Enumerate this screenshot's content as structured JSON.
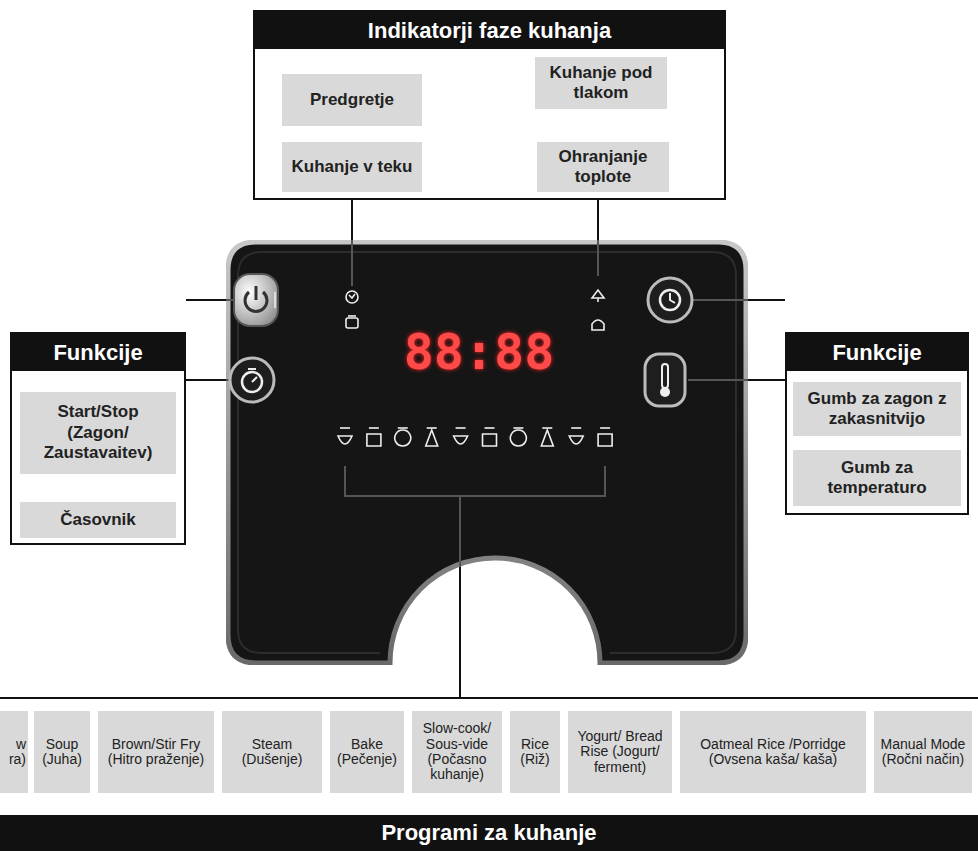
{
  "diagram": {
    "nodes": [
      {
        "text": [
          "Indikatorji faze kuhanja"
        ]
      },
      {
        "text": [
          "Predgretje"
        ],
        "in": 0
      },
      {
        "text": [
          "Kuhanje pod tlakom"
        ],
        "in": 0
      },
      {
        "text": [
          "Kuhanje v teku"
        ],
        "in": 0
      },
      {
        "text": [
          "Ohranjanje toplote"
        ],
        "in": 0
      },
      {
        "text": [
          "Funkcije"
        ]
      },
      {
        "text": [
          "Start/Stop (Zagon/ Zaustavaitev)"
        ],
        "in": 5
      },
      {
        "text": [
          "Časovnik"
        ],
        "in": 5
      },
      {
        "text": [
          "Funkcije"
        ]
      },
      {
        "text": [
          "Gumb za zagon z zakasnitvijo"
        ],
        "in": 8
      },
      {
        "text": [
          "Gumb za temperaturo"
        ],
        "in": 8
      },
      {
        "text": [
          "88:88"
        ]
      },
      {
        "text": [
          "Programi za kuhanje"
        ]
      },
      {
        "text": [
          "w ra)"
        ],
        "in": 12
      },
      {
        "text": [
          "Soup (Juha)"
        ],
        "in": 12
      },
      {
        "text": [
          "Brown/Stir Fry (Hitro praženje)"
        ],
        "in": 12
      },
      {
        "text": [
          "Steam (Dušenje)"
        ],
        "in": 12
      },
      {
        "text": [
          "Bake (Pečenje)"
        ],
        "in": 12
      },
      {
        "text": [
          "Slow-cook/ Sous-vide (Počasno kuhanje)"
        ],
        "in": 12
      },
      {
        "text": [
          "Rice (Riž)"
        ],
        "in": 12
      },
      {
        "text": [
          "Yogurt/ Bread Rise (Jogurt/ ferment)"
        ],
        "in": 12
      },
      {
        "text": [
          "Oatmeal Rice /Porridge (Ovsena kaša/ kaša)"
        ],
        "in": 12
      },
      {
        "text": [
          "Manual Mode (Ročni način)"
        ],
        "in": 12
      }
    ],
    "edges": [
      {
        "from": 0,
        "to": 11,
        "arrow": "none"
      },
      {
        "from": 0,
        "to": 11,
        "arrow": "none"
      },
      {
        "from": 5,
        "to": 11,
        "arrow": "none"
      },
      {
        "from": 5,
        "to": 11,
        "arrow": "none"
      },
      {
        "from": 8,
        "to": 11,
        "arrow": "none"
      },
      {
        "from": 8,
        "to": 11,
        "arrow": "none"
      },
      {
        "from": 11,
        "to": 12,
        "arrow": "none"
      }
    ]
  }
}
